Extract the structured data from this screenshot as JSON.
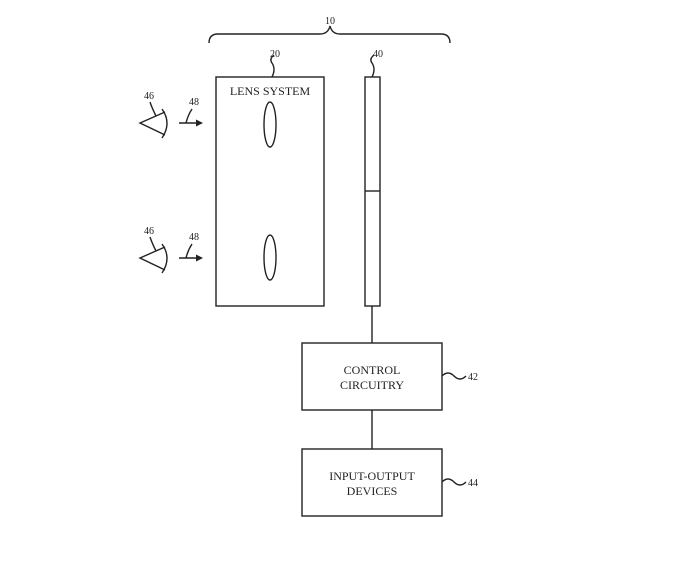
{
  "labels": {
    "device": "10",
    "lens_system_ref": "20",
    "display_ref": "40",
    "control_ref": "42",
    "io_ref": "44",
    "eye_ref": "46",
    "light_ref": "48"
  },
  "blocks": {
    "lens_system": "LENS SYSTEM",
    "control_line1": "CONTROL",
    "control_line2": "CIRCUITRY",
    "io_line1": "INPUT-OUTPUT",
    "io_line2": "DEVICES"
  }
}
